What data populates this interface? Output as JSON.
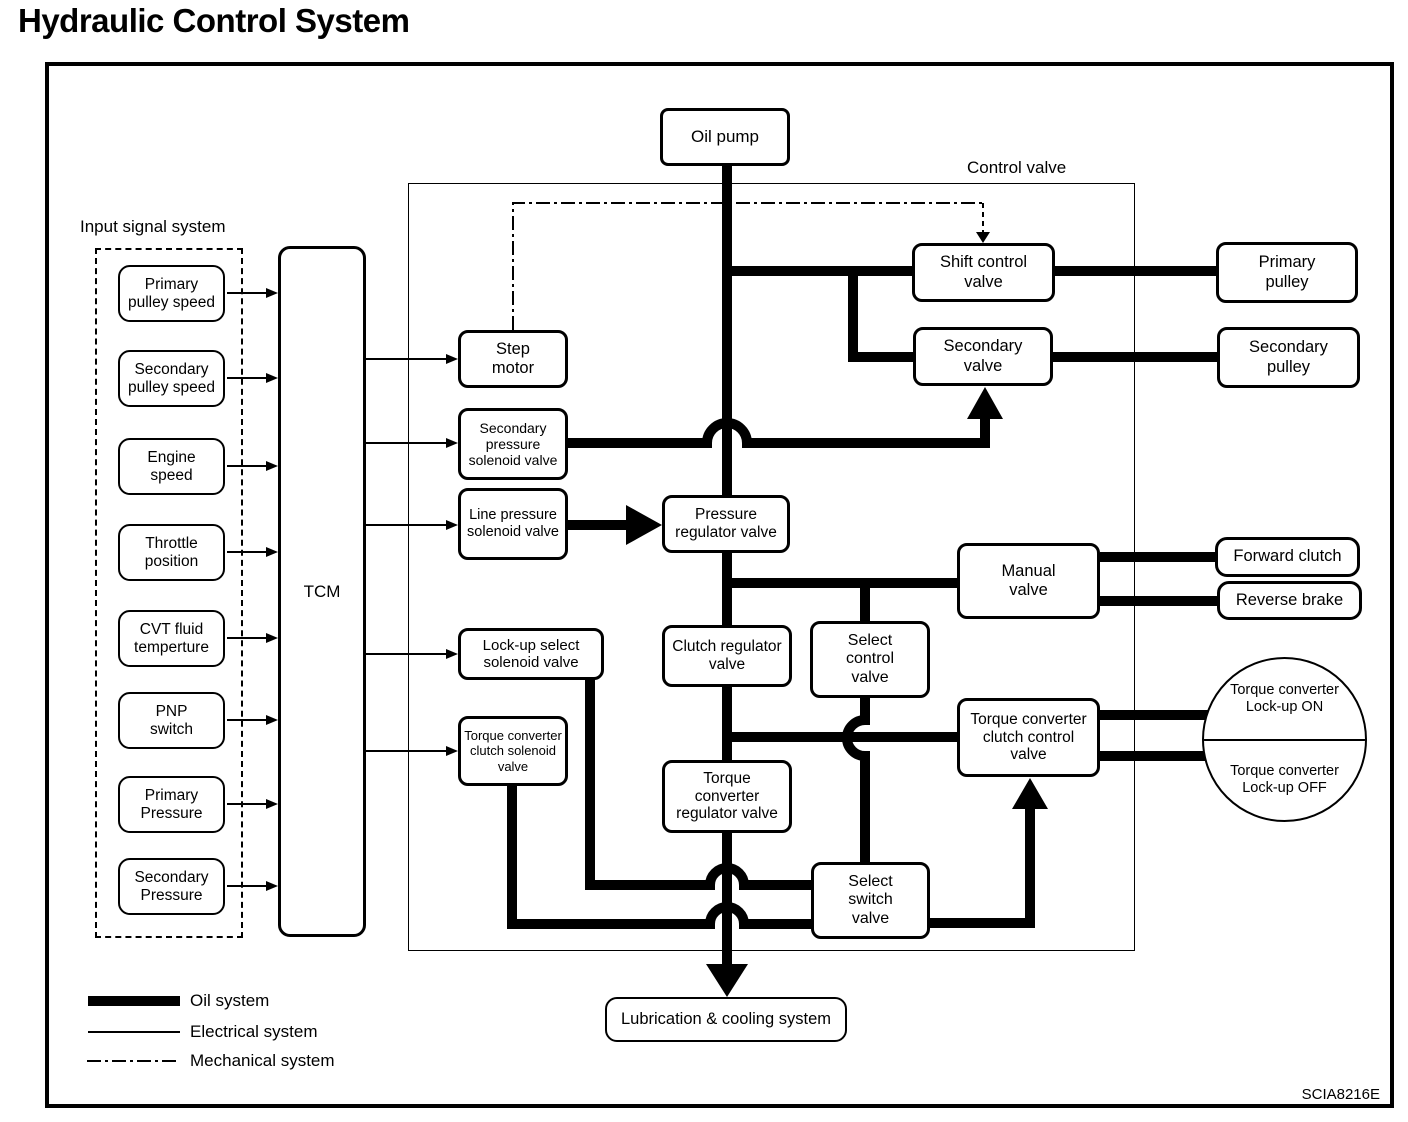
{
  "title": "Hydraulic Control System",
  "figure_code": "SCIA8216E",
  "regions": {
    "input_signal_system": "Input signal system",
    "control_valve": "Control valve"
  },
  "inputs": [
    "Primary pulley speed",
    "Secondary pulley speed",
    "Engine speed",
    "Throttle position",
    "CVT fluid temperture",
    "PNP switch",
    "Primary Pressure",
    "Secondary Pressure"
  ],
  "controller": "TCM",
  "components": {
    "oil_pump": "Oil pump",
    "step_motor": "Step motor",
    "secondary_pressure_solenoid_valve": "Secondary pressure solenoid valve",
    "line_pressure_solenoid_valve": "Line pressure solenoid valve",
    "lock_up_select_solenoid_valve": "Lock-up select solenoid valve",
    "torque_converter_clutch_solenoid_valve": "Torque converter clutch solenoid valve",
    "pressure_regulator_valve": "Pressure regulator valve",
    "clutch_regulator_valve": "Clutch regulator valve",
    "select_control_valve": "Select control valve",
    "torque_converter_regulator_valve": "Torque converter regulator valve",
    "shift_control_valve": "Shift control valve",
    "secondary_valve": "Secondary valve",
    "manual_valve": "Manual valve",
    "torque_converter_clutch_control_valve": "Torque converter clutch control valve",
    "select_switch_valve": "Select switch valve",
    "primary_pulley": "Primary pulley",
    "secondary_pulley": "Secondary pulley",
    "forward_clutch": "Forward clutch",
    "reverse_brake": "Reverse brake",
    "lubrication_cooling_system": "Lubrication & cooling system"
  },
  "torque_converter": {
    "lock_up_on": "Torque converter Lock-up ON",
    "lock_up_off": "Torque converter Lock-up OFF"
  },
  "legend": {
    "oil": "Oil system",
    "electrical": "Electrical system",
    "mechanical": "Mechanical system"
  },
  "colors": {
    "line": "#000000",
    "background": "#ffffff"
  }
}
